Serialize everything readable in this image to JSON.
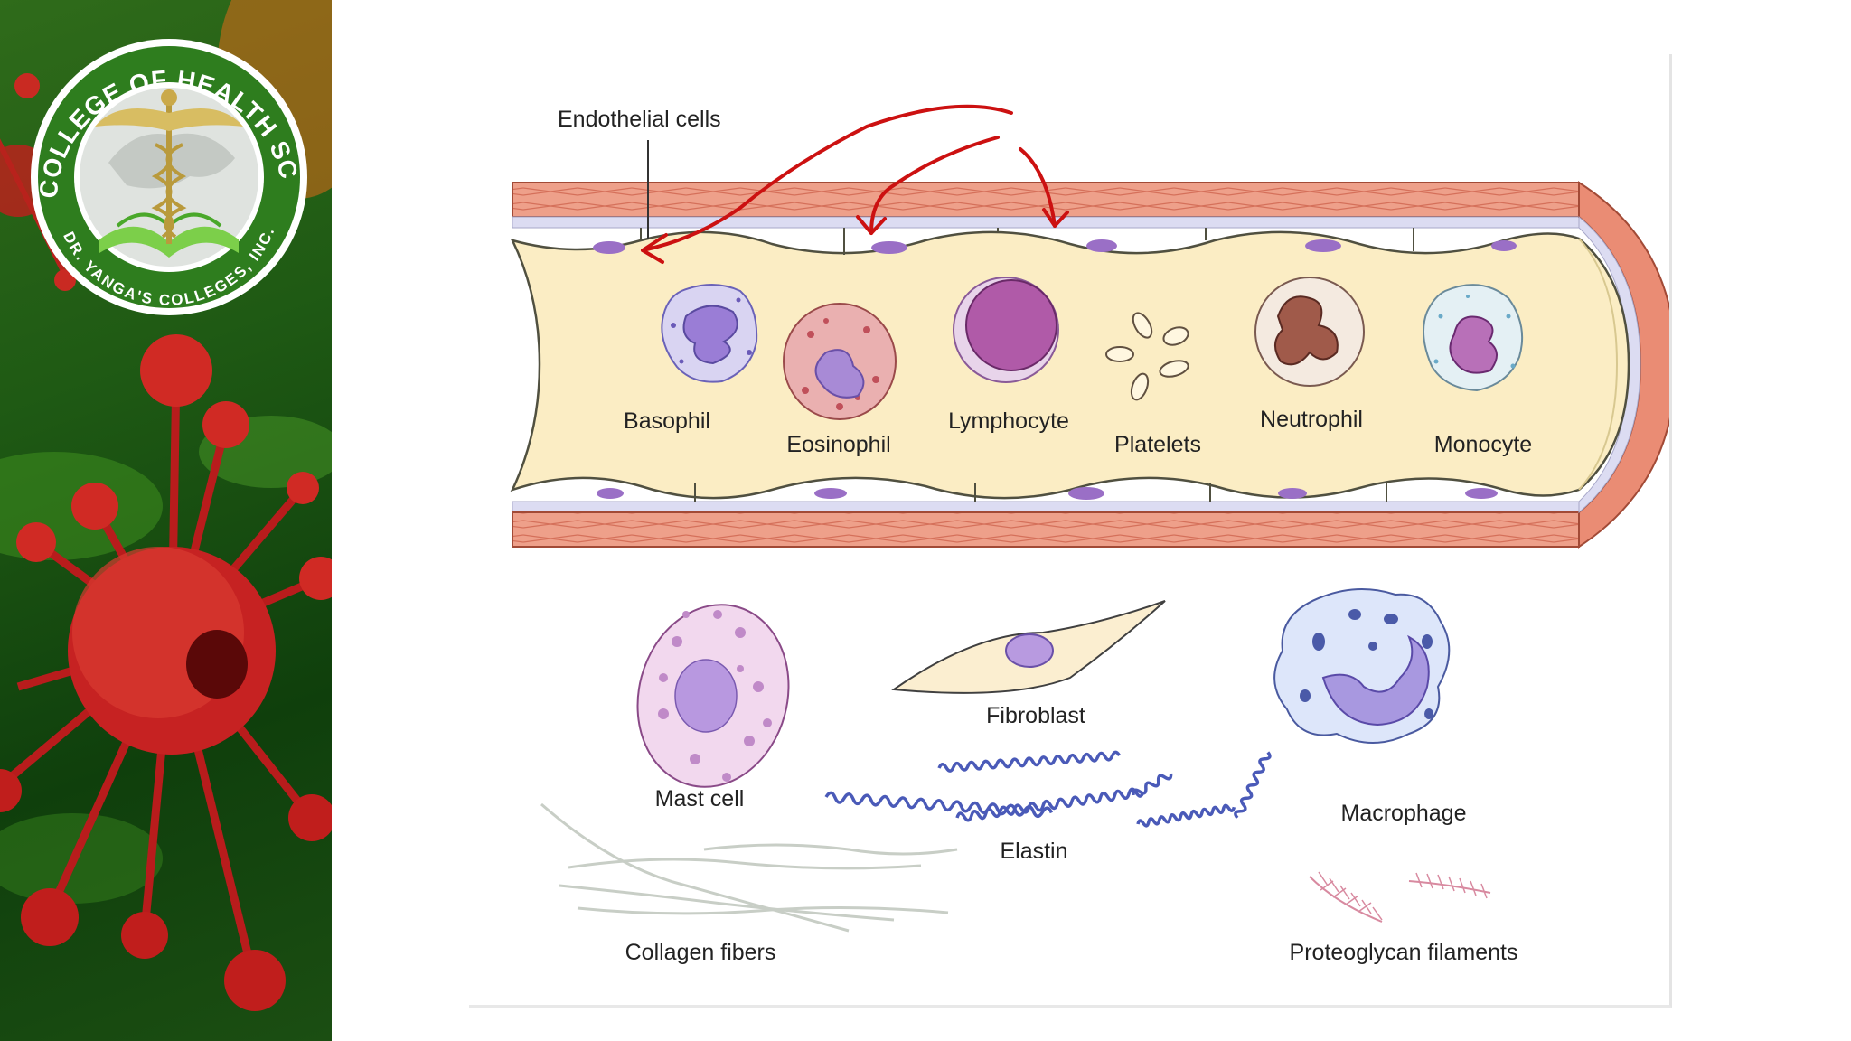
{
  "logo": {
    "arc_top": "COLLEGE OF HEALTH SCIENCES",
    "arc_bottom": "DR. YANGA'S COLLEGES, INC."
  },
  "diagram": {
    "endothelial_label": "Endothelial cells",
    "vessel_cells": [
      "Basophil",
      "Eosinophil",
      "Lymphocyte",
      "Platelets",
      "Neutrophil",
      "Monocyte"
    ],
    "tissue": {
      "mast_cell": "Mast cell",
      "fibroblast": "Fibroblast",
      "macrophage": "Macrophage",
      "elastin": "Elastin",
      "collagen": "Collagen fibers",
      "proteoglycan": "Proteoglycan filaments"
    }
  },
  "colors": {
    "vessel_wall": "#e8907a",
    "vessel_lumen": "#fbedc4",
    "nucleus": "#9a6fc6",
    "annotation": "#cc1111",
    "sidebar_green": "#1f5a14",
    "virus_red": "#c41818"
  }
}
